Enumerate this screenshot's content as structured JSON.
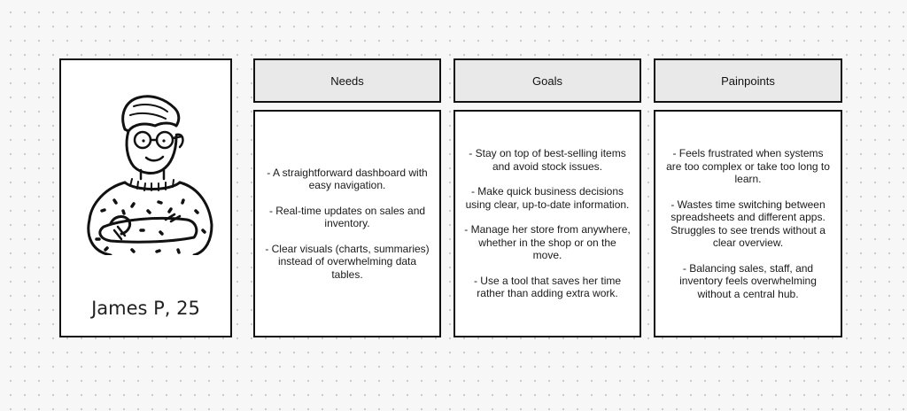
{
  "persona": {
    "name": "James P, 25"
  },
  "columns": [
    {
      "title": "Needs",
      "items": [
        "- A straightforward dashboard with easy navigation.",
        "- Real-time updates on sales and inventory.",
        "- Clear visuals (charts, summaries) instead of overwhelming data tables."
      ]
    },
    {
      "title": "Goals",
      "items": [
        "- Stay on top of best-selling items and avoid stock issues.",
        "- Make quick business decisions using clear, up-to-date information.",
        "- Manage her store from anywhere, whether in the shop or on the move.",
        "- Use a tool that saves her time rather than adding extra work."
      ]
    },
    {
      "title": "Painpoints",
      "items": [
        "- Feels frustrated when systems are too complex or take too long to learn.",
        "- Wastes time switching between spreadsheets and different apps. Struggles to see trends without a clear overview.",
        "- Balancing sales, staff, and inventory feels overwhelming without a central hub."
      ]
    }
  ]
}
